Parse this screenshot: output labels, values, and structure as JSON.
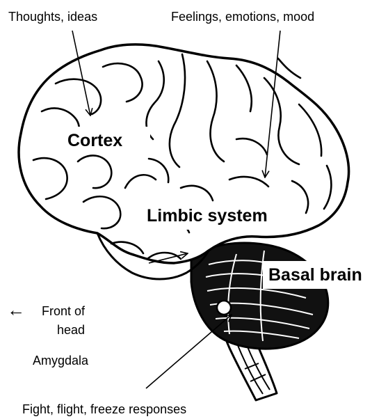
{
  "labels": {
    "thoughts": "Thoughts, ideas",
    "feelings": "Feelings, emotions, mood",
    "cortex": "Cortex",
    "limbic": "Limbic system",
    "basal": "Basal brain",
    "front_line1": "Front of",
    "front_line2": "head",
    "front_arrow": "←",
    "amygdala": "Amygdala",
    "fight": "Fight, flight, freeze responses"
  },
  "colors": {
    "ink": "#000000",
    "background": "#ffffff"
  }
}
